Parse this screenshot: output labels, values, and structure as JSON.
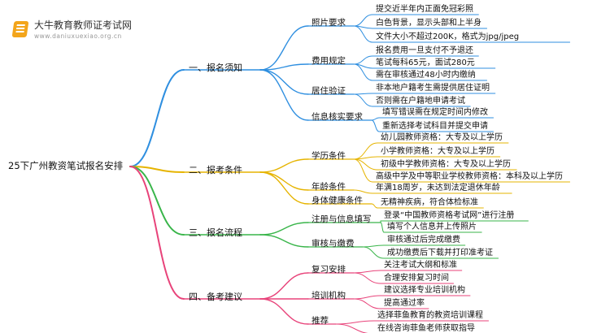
{
  "logo": {
    "title": "大牛教育教师证考试网",
    "url": "www.daniuxuexiao.org.cn"
  },
  "root": {
    "label": "25下广州教资笔试报名安排"
  },
  "colors": {
    "blue": "#2f8fe0",
    "yellow": "#e6b400",
    "green": "#39b54a",
    "pink": "#e8437a"
  },
  "branches": [
    {
      "label": "一、报名须知",
      "cats": [
        {
          "label": "照片要求",
          "leaves": [
            "提交近半年内正面免冠彩照",
            "白色背景，显示头部和上半身",
            "文件大小不超过200K，格式为jpg/jpeg"
          ]
        },
        {
          "label": "费用规定",
          "leaves": [
            "报名费用一旦支付不予退还",
            "笔试每科65元，面试280元",
            "需在审核通过48小时内缴纳"
          ]
        },
        {
          "label": "居住验证",
          "leaves": [
            "非本地户籍考生需提供居住证明",
            "否则需在户籍地申请考试"
          ]
        },
        {
          "label": "信息核实要求",
          "leaves": [
            "填写错误需在规定时间内修改",
            "重新选择考试科目并提交申请"
          ]
        }
      ]
    },
    {
      "label": "二、报考条件",
      "cats": [
        {
          "label": "学历条件",
          "leaves": [
            "幼儿园教师资格：大专及以上学历",
            "小学教师资格：大专及以上学历",
            "初级中学教师资格：大专及以上学历",
            "高级中学及中等职业学校教师资格：本科及以上学历"
          ]
        },
        {
          "label": "年龄条件",
          "leaves": [
            "年满18周岁，未达到法定退休年龄"
          ]
        },
        {
          "label": "身体健康条件",
          "leaves": [
            "无精神疾病，符合体检标准"
          ]
        }
      ]
    },
    {
      "label": "三、报名流程",
      "cats": [
        {
          "label": "注册与信息填写",
          "leaves": [
            "登录“中国教师资格考试网”进行注册",
            "填写个人信息并上传照片"
          ]
        },
        {
          "label": "审核与缴费",
          "leaves": [
            "审核通过后完成缴费",
            "成功缴费后下载并打印准考证"
          ]
        }
      ]
    },
    {
      "label": "四、备考建议",
      "cats": [
        {
          "label": "复习安排",
          "leaves": [
            "关注考试大纲和标准",
            "合理安排复习时间"
          ]
        },
        {
          "label": "培训机构",
          "leaves": [
            "建议选择专业培训机构",
            "提高通过率"
          ]
        },
        {
          "label": "推荐",
          "leaves": [
            "选择菲鱼教育的教资培训课程",
            "在线咨询菲鱼老师获取指导"
          ]
        }
      ]
    }
  ]
}
